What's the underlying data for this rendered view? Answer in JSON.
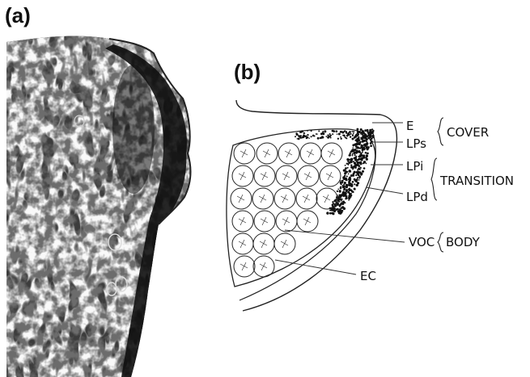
{
  "panels": {
    "a": {
      "label": "(a)"
    },
    "b": {
      "label": "(b)"
    }
  },
  "labels": {
    "E": "E",
    "LPs": "LPs",
    "LPi": "LPi",
    "LPd": "LPd",
    "VOC": "VOC",
    "EC": "EC",
    "cover": "COVER",
    "transition": "TRANSITION",
    "body": "BODY"
  }
}
